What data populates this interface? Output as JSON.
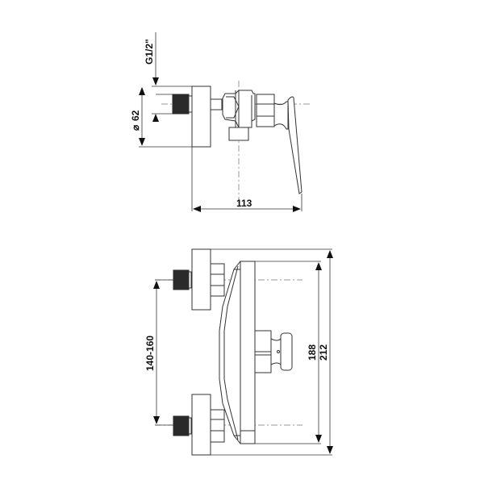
{
  "diagram": {
    "type": "technical-drawing",
    "subject": "wall-mounted single-lever shower mixer",
    "colors": {
      "line": "#333333",
      "fill_dark": "#2a2a2a",
      "centerline": "#9a9a9a",
      "background": "#ffffff"
    },
    "side_view": {
      "dimensions": {
        "thread": "G1/2\"",
        "diameter": "62",
        "diameter_symbol": "⌀",
        "depth": "113"
      }
    },
    "front_view": {
      "dimensions": {
        "inlet_spacing": "140-160",
        "body_height": "188",
        "overall_height": "212"
      }
    }
  }
}
